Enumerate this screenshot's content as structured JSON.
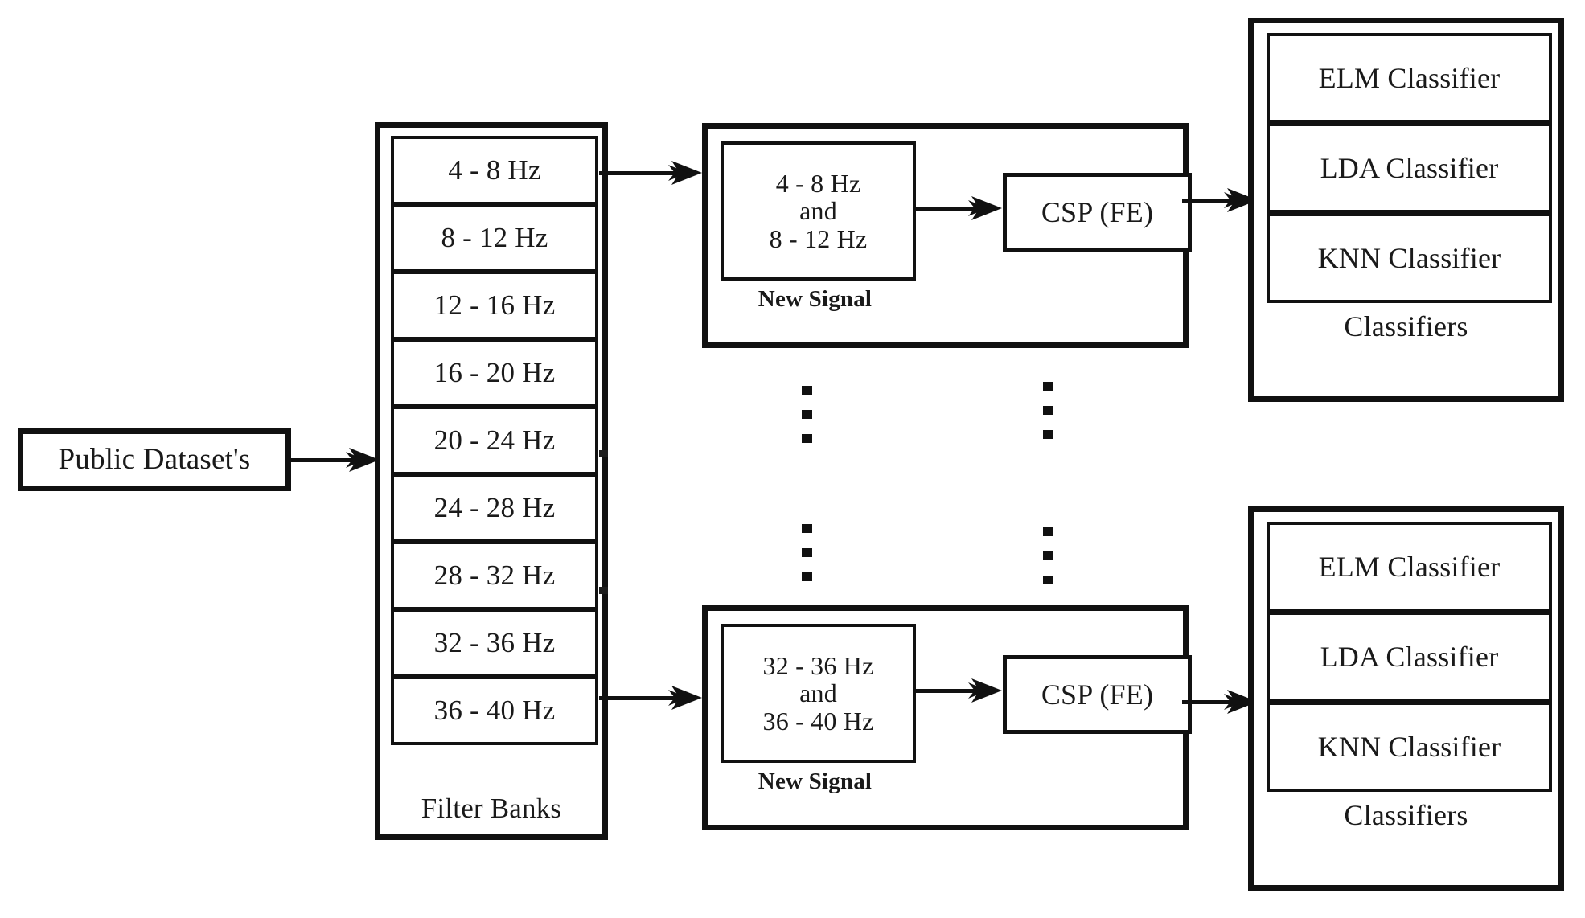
{
  "diagram": {
    "title": "EEG filter-bank CSP classification pipeline",
    "colors": {
      "stroke": "#111111",
      "background": "#ffffff",
      "text": "#1a1a1a"
    }
  },
  "dataset": {
    "label": "Public Dataset's"
  },
  "filter_banks": {
    "caption": "Filter Banks",
    "bands": [
      "4 - 8 Hz",
      "8 - 12 Hz",
      "12 - 16 Hz",
      "16 - 20 Hz",
      "20 - 24 Hz",
      "24 - 28 Hz",
      "28 - 32 Hz",
      "32 - 36 Hz",
      "36 - 40 Hz"
    ]
  },
  "stages": [
    {
      "signal_text": "4 - 8 Hz\nand\n8 - 12 Hz",
      "signal_caption": "New Signal",
      "feature_extraction": "CSP (FE)"
    },
    {
      "signal_text": "32 - 36 Hz\nand\n36 - 40 Hz",
      "signal_caption": "New Signal",
      "feature_extraction": "CSP (FE)"
    }
  ],
  "classifier_groups": [
    {
      "caption": "Classifiers",
      "items": [
        "ELM Classifier",
        "LDA Classifier",
        "KNN Classifier"
      ]
    },
    {
      "caption": "Classifiers",
      "items": [
        "ELM Classifier",
        "LDA Classifier",
        "KNN Classifier"
      ]
    }
  ],
  "ellipsis": {
    "glyph": "vertical-dots",
    "dot_count": 3,
    "columns": 2,
    "rows": 2
  }
}
